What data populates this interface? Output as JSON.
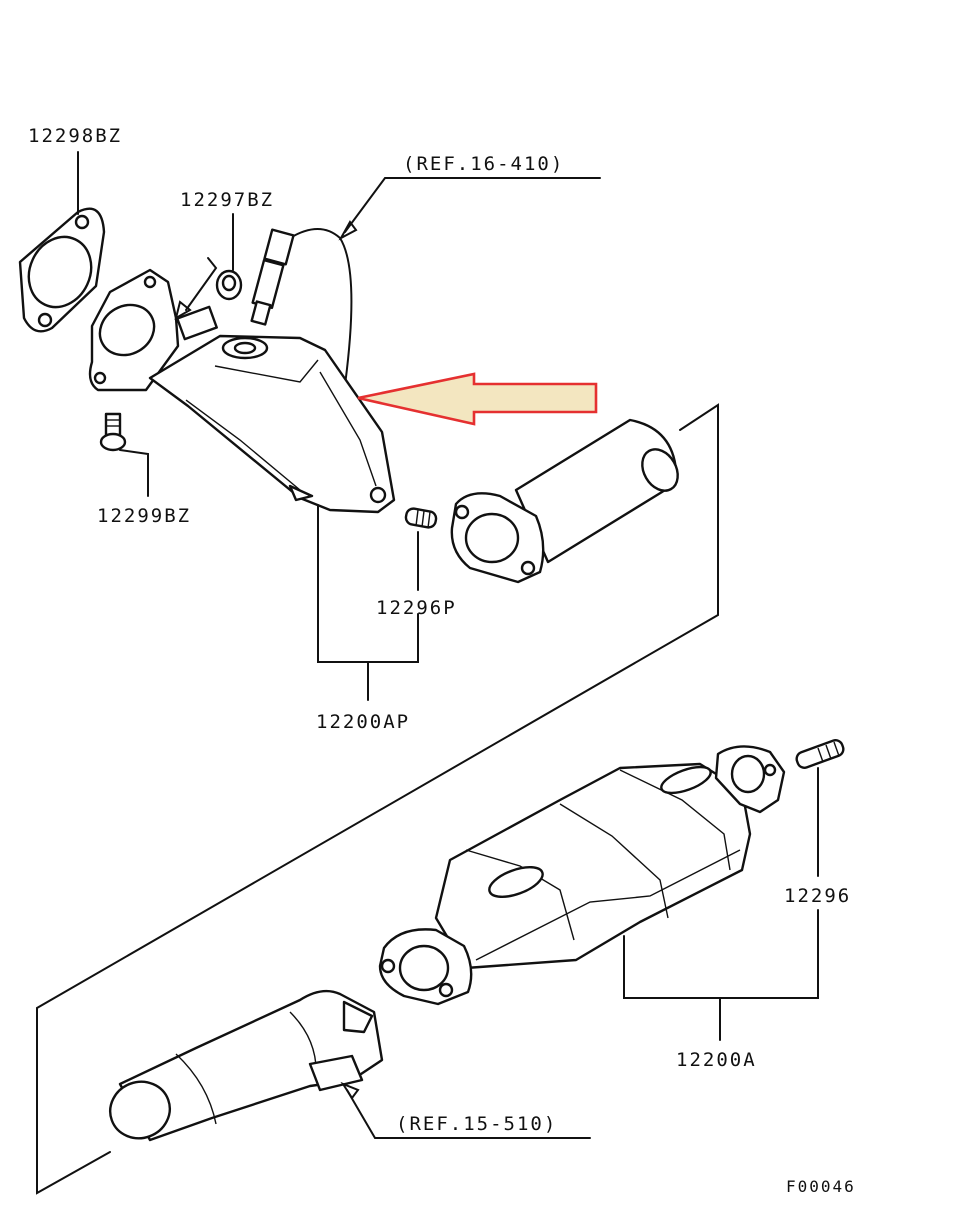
{
  "callouts": {
    "p12298BZ": "12298BZ",
    "p12297BZ": "12297BZ",
    "ref_16_410": "(REF.16-410)",
    "p12299BZ": "12299BZ",
    "p12296P": "12296P",
    "p12200AP": "12200AP",
    "p12296": "12296",
    "p12200A": "12200A",
    "ref_15_510": "(REF.15-510)"
  },
  "figure_code": "F00046",
  "colors": {
    "ink": "#111111",
    "arrow_fill": "#f3e6c0",
    "arrow_stroke": "#e53030"
  },
  "icons": {
    "indicator": "red-outlined-arrow-icon"
  }
}
